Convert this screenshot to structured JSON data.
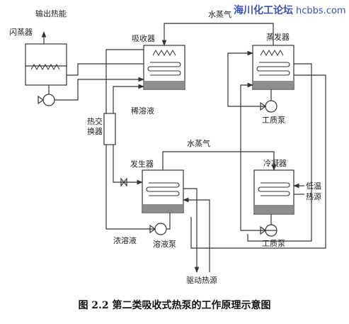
{
  "labels": {
    "output_heat": "输出热能",
    "flash_tank": "闪蒸器",
    "absorber": "吸收器",
    "water_vapor_top": "水蒸气",
    "evaporator": "蒸发器",
    "dilute_solution": "稀溶液",
    "working_pump_top": "工质泵",
    "heat_exchanger_1": "热交",
    "heat_exchanger_2": "换器",
    "water_vapor_mid": "水蒸气",
    "generator": "发生器",
    "condenser": "冷凝器",
    "low_temp_1": "低温",
    "low_temp_2": "热源",
    "concentrated_solution": "浓溶液",
    "solution_pump": "溶液泵",
    "working_pump_bottom": "工质泵",
    "driving_heat": "驱动热源"
  },
  "watermark": {
    "name": "海川化工论坛",
    "url": "hcbbs.com"
  },
  "caption": "图 2.2  第二类吸收式热泵的工作原理示意图"
}
